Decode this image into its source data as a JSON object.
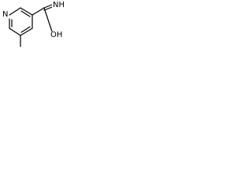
{
  "structure": {
    "atoms": {
      "ring_nitrogen": "N",
      "imine_group": "NH",
      "hydroxyl_group": "OH"
    },
    "colors": {
      "bond": "#000000",
      "label": "#000000",
      "background": "#ffffff"
    }
  }
}
